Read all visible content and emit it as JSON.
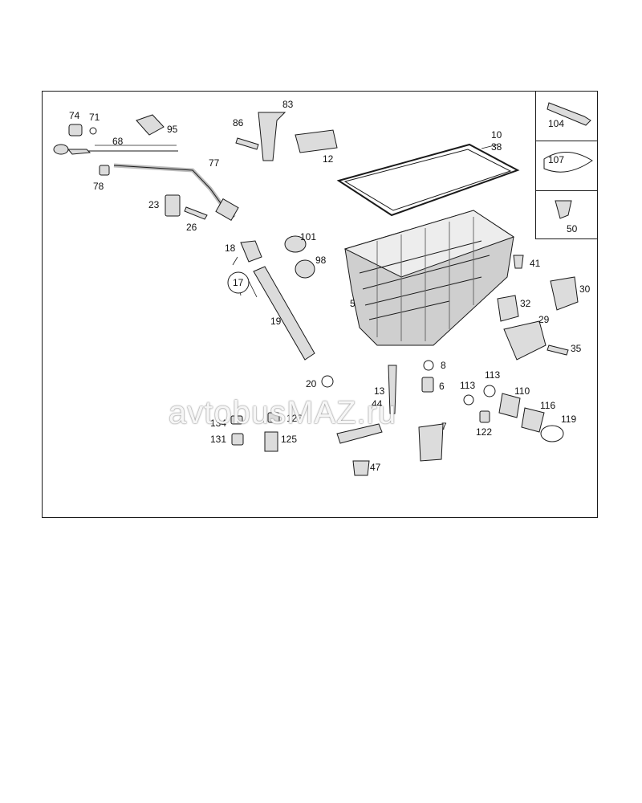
{
  "diagram": {
    "callouts": [
      {
        "id": "c74",
        "text": "74"
      },
      {
        "id": "c71",
        "text": "71"
      },
      {
        "id": "c95",
        "text": "95"
      },
      {
        "id": "c68",
        "text": "68"
      },
      {
        "id": "c78",
        "text": "78"
      },
      {
        "id": "c77",
        "text": "77"
      },
      {
        "id": "c23",
        "text": "23"
      },
      {
        "id": "c26",
        "text": "26"
      },
      {
        "id": "c83",
        "text": "83"
      },
      {
        "id": "c86",
        "text": "86"
      },
      {
        "id": "c12",
        "text": "12"
      },
      {
        "id": "c10",
        "text": "10"
      },
      {
        "id": "c38",
        "text": "38"
      },
      {
        "id": "c18",
        "text": "18"
      },
      {
        "id": "c101",
        "text": "101"
      },
      {
        "id": "c98",
        "text": "98"
      },
      {
        "id": "c17",
        "text": "17"
      },
      {
        "id": "c19",
        "text": "19"
      },
      {
        "id": "c5",
        "text": "5"
      },
      {
        "id": "c41",
        "text": "41"
      },
      {
        "id": "c30",
        "text": "30"
      },
      {
        "id": "c32",
        "text": "32"
      },
      {
        "id": "c29",
        "text": "29"
      },
      {
        "id": "c35",
        "text": "35"
      },
      {
        "id": "c8",
        "text": "8"
      },
      {
        "id": "c20",
        "text": "20"
      },
      {
        "id": "c13",
        "text": "13"
      },
      {
        "id": "c44",
        "text": "44"
      },
      {
        "id": "c6",
        "text": "6"
      },
      {
        "id": "c113a",
        "text": "113"
      },
      {
        "id": "c113b",
        "text": "113"
      },
      {
        "id": "c110",
        "text": "110"
      },
      {
        "id": "c116",
        "text": "116"
      },
      {
        "id": "c119",
        "text": "119"
      },
      {
        "id": "c122",
        "text": "122"
      },
      {
        "id": "c7",
        "text": "7"
      },
      {
        "id": "c134",
        "text": "134"
      },
      {
        "id": "c128",
        "text": "128"
      },
      {
        "id": "c131",
        "text": "131"
      },
      {
        "id": "c125",
        "text": "125"
      },
      {
        "id": "c47",
        "text": "47"
      },
      {
        "id": "c104",
        "text": "104"
      },
      {
        "id": "c107",
        "text": "107"
      },
      {
        "id": "c50",
        "text": "50"
      }
    ],
    "watermark": "avtobusMAZ.ru"
  },
  "colors": {
    "line": "#1a1a1a",
    "part_fill": "#dcdcdc",
    "part_dark": "#9a9a9a"
  }
}
